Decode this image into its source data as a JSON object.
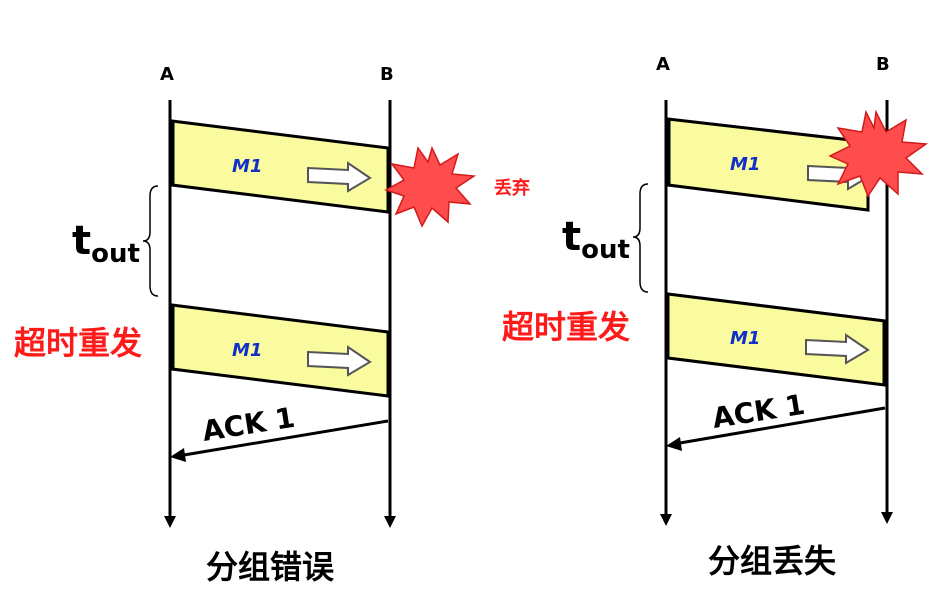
{
  "colors": {
    "packet_fill": "#fafa9e",
    "msg_text": "#1030c8",
    "alert_red": "#ff1a1a",
    "explosion": "#ff4d4d"
  },
  "left": {
    "node_a": "A",
    "node_b": "B",
    "msg1": "M1",
    "msg2": "M1",
    "discard": "丢弃",
    "tout_main": "t",
    "tout_sub": "out",
    "retransmit": "超时重发",
    "ack": "ACK 1",
    "caption": "分组错误"
  },
  "right": {
    "node_a": "A",
    "node_b": "B",
    "msg1": "M1",
    "msg2": "M1",
    "tout_main": "t",
    "tout_sub": "out",
    "retransmit": "超时重发",
    "ack": "ACK 1",
    "caption": "分组丢失"
  },
  "icons": {
    "explosion": "explosion-icon",
    "arrow": "hollow-arrow-icon",
    "brace": "left-brace-icon"
  }
}
